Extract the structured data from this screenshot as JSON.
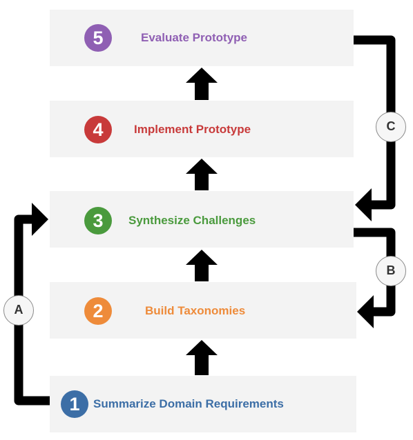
{
  "steps": [
    {
      "number": "1",
      "label": "Summarize Domain Requirements",
      "color": "#3c6ea6"
    },
    {
      "number": "2",
      "label": "Build Taxonomies",
      "color": "#ee8b3a"
    },
    {
      "number": "3",
      "label": "Synthesize Challenges",
      "color": "#4a9a3d"
    },
    {
      "number": "4",
      "label": "Implement Prototype",
      "color": "#c83a3a"
    },
    {
      "number": "5",
      "label": "Evaluate Prototype",
      "color": "#8f5fb3"
    }
  ],
  "loops": [
    {
      "label": "A",
      "from": "1",
      "to": "3"
    },
    {
      "label": "B",
      "from": "3",
      "to": "2"
    },
    {
      "label": "C",
      "from": "5",
      "to": "3"
    }
  ],
  "colors": {
    "box_fill": "#f3f3f3",
    "arrow": "#000000"
  }
}
